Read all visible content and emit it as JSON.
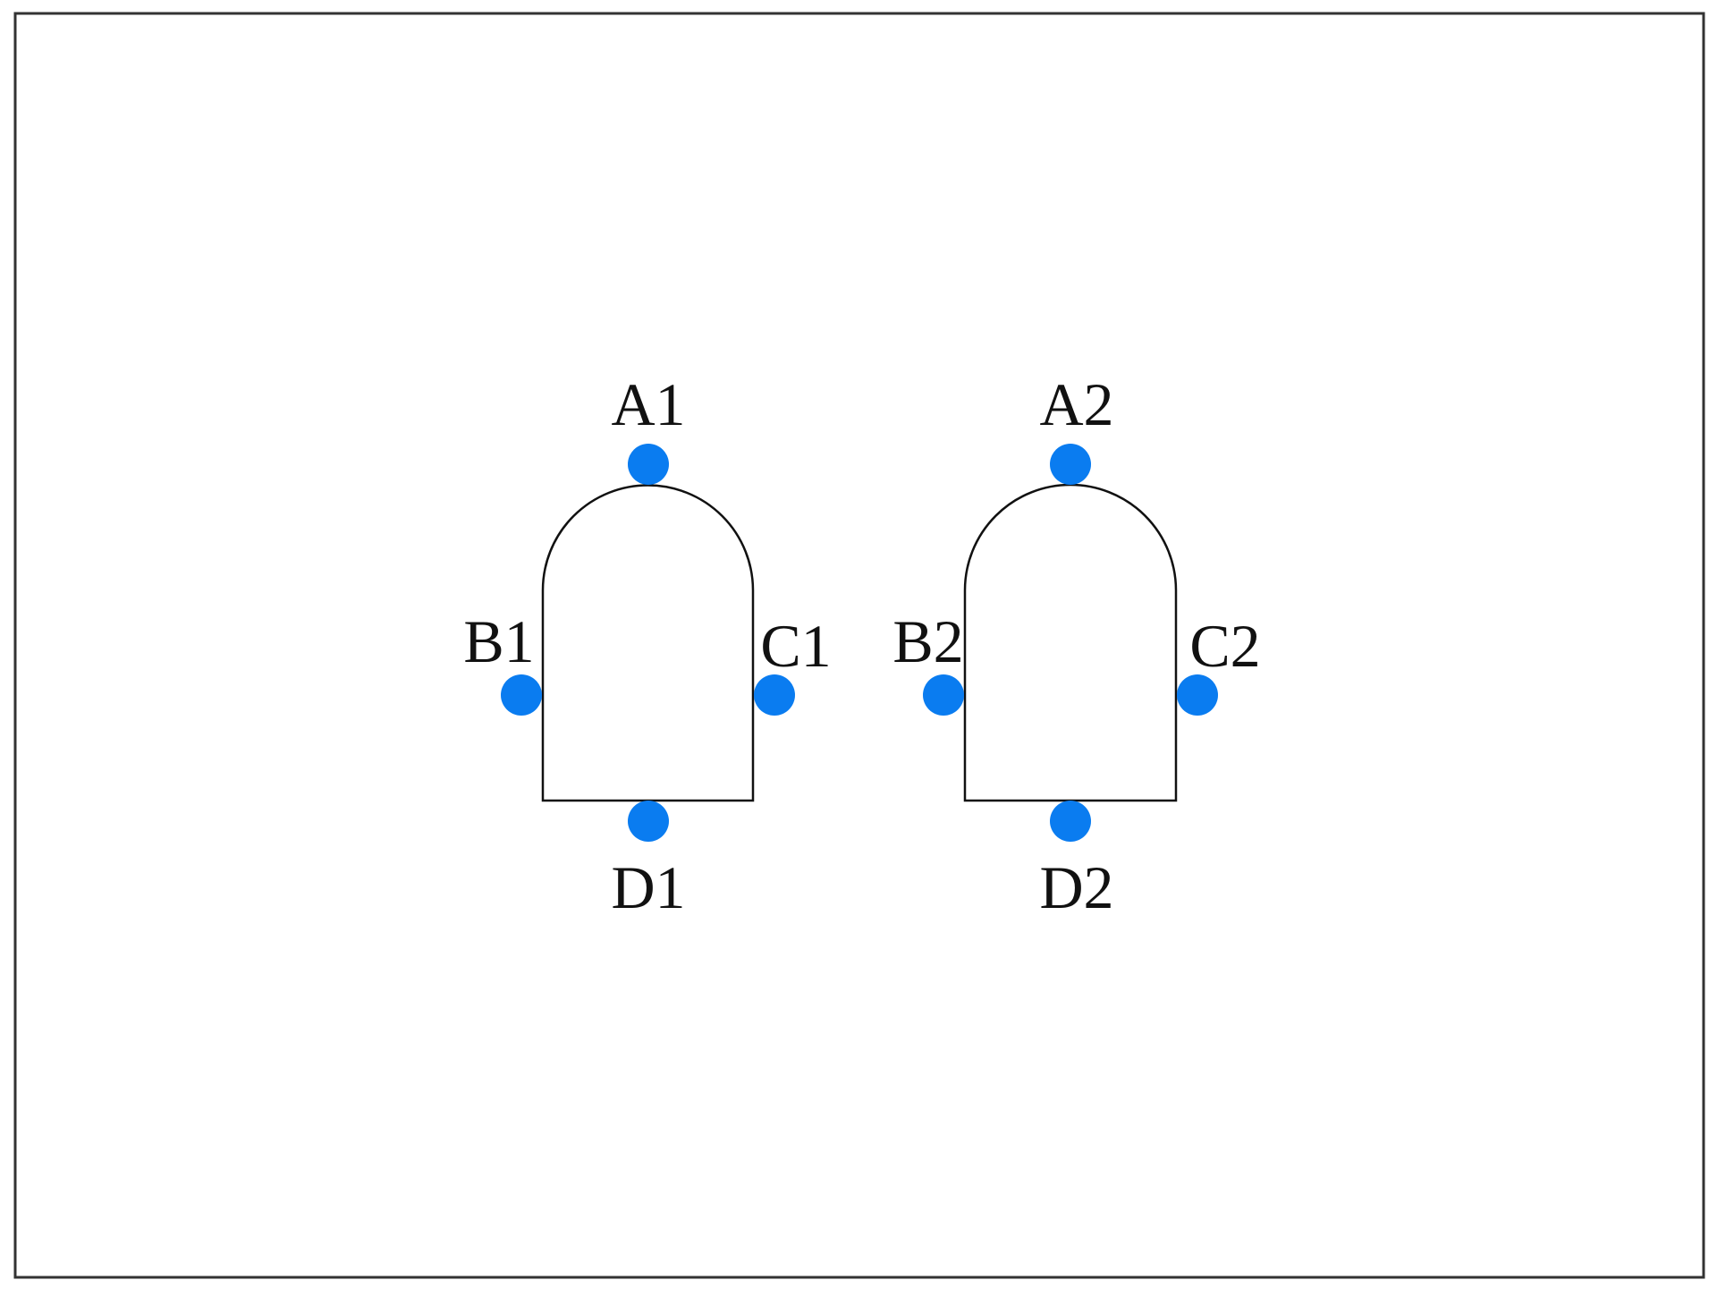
{
  "colors": {
    "point": "#0A7CF0",
    "outline": "#111111",
    "frame_border": "#333333",
    "background": "#ffffff"
  },
  "shapes": [
    {
      "id": "shape-1",
      "points": [
        {
          "id": "A1",
          "label": "A1"
        },
        {
          "id": "B1",
          "label": "B1"
        },
        {
          "id": "C1",
          "label": "C1"
        },
        {
          "id": "D1",
          "label": "D1"
        }
      ]
    },
    {
      "id": "shape-2",
      "points": [
        {
          "id": "A2",
          "label": "A2"
        },
        {
          "id": "B2",
          "label": "B2"
        },
        {
          "id": "C2",
          "label": "C2"
        },
        {
          "id": "D2",
          "label": "D2"
        }
      ]
    }
  ]
}
